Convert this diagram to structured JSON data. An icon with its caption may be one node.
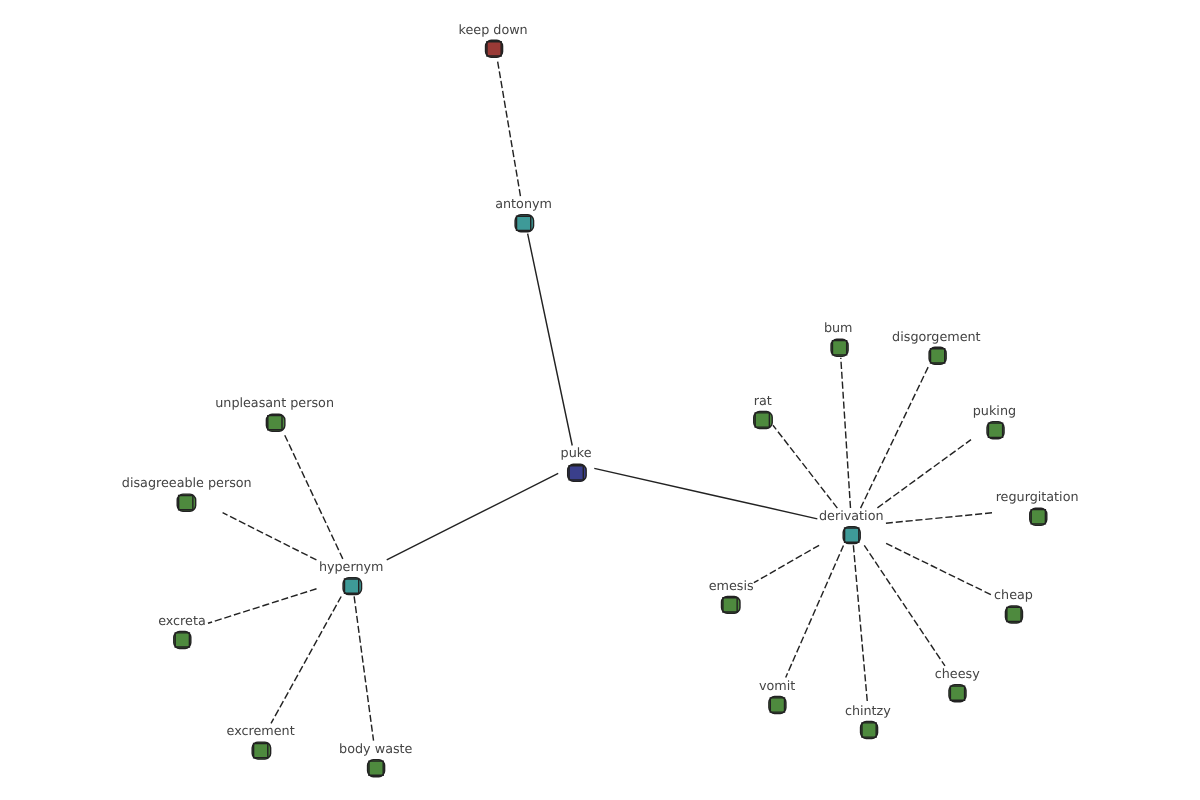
{
  "diagram": {
    "nodes": [
      {
        "text": [
          "emesis"
        ]
      },
      {
        "text": [
          "cheap"
        ]
      },
      {
        "text": [
          "chintzy"
        ]
      },
      {
        "text": [
          "bum"
        ]
      },
      {
        "text": [
          "puking"
        ]
      },
      {
        "text": [
          "derivation"
        ]
      },
      {
        "text": [
          "vomit"
        ]
      },
      {
        "text": [
          "cheesy"
        ]
      },
      {
        "text": [
          "puke"
        ]
      },
      {
        "text": [
          "excrement"
        ]
      },
      {
        "text": [
          "antonym"
        ]
      },
      {
        "text": [
          "rat"
        ]
      },
      {
        "text": [
          "regurgitation"
        ]
      },
      {
        "text": [
          "disgorgement"
        ]
      },
      {
        "text": [
          "keep down"
        ]
      },
      {
        "text": [
          "hypernym"
        ]
      },
      {
        "text": [
          "body waste"
        ]
      },
      {
        "text": [
          "disagreeable person"
        ]
      },
      {
        "text": [
          "excreta"
        ]
      },
      {
        "text": [
          "unpleasant person"
        ]
      }
    ],
    "edges": [
      {
        "from": 8,
        "to": 5,
        "arrow": "none"
      },
      {
        "from": 8,
        "to": 10,
        "arrow": "none"
      },
      {
        "from": 8,
        "to": 15,
        "arrow": "none"
      },
      {
        "from": 5,
        "to": 0,
        "arrow": "none",
        "style": "dashed"
      },
      {
        "from": 5,
        "to": 1,
        "arrow": "none",
        "style": "dashed"
      },
      {
        "from": 5,
        "to": 2,
        "arrow": "none",
        "style": "dashed"
      },
      {
        "from": 5,
        "to": 3,
        "arrow": "none",
        "style": "dashed"
      },
      {
        "from": 5,
        "to": 4,
        "arrow": "none",
        "style": "dashed"
      },
      {
        "from": 5,
        "to": 6,
        "arrow": "none",
        "style": "dashed"
      },
      {
        "from": 5,
        "to": 7,
        "arrow": "none",
        "style": "dashed"
      },
      {
        "from": 5,
        "to": 11,
        "arrow": "none",
        "style": "dashed"
      },
      {
        "from": 5,
        "to": 12,
        "arrow": "none",
        "style": "dashed"
      },
      {
        "from": 5,
        "to": 13,
        "arrow": "none",
        "style": "dashed"
      },
      {
        "from": 10,
        "to": 14,
        "arrow": "none",
        "style": "dashed"
      },
      {
        "from": 15,
        "to": 9,
        "arrow": "none",
        "style": "dashed"
      },
      {
        "from": 15,
        "to": 16,
        "arrow": "none",
        "style": "dashed"
      },
      {
        "from": 15,
        "to": 17,
        "arrow": "none",
        "style": "dashed"
      },
      {
        "from": 15,
        "to": 18,
        "arrow": "none",
        "style": "dashed"
      },
      {
        "from": 15,
        "to": 19,
        "arrow": "none",
        "style": "dashed"
      }
    ]
  }
}
